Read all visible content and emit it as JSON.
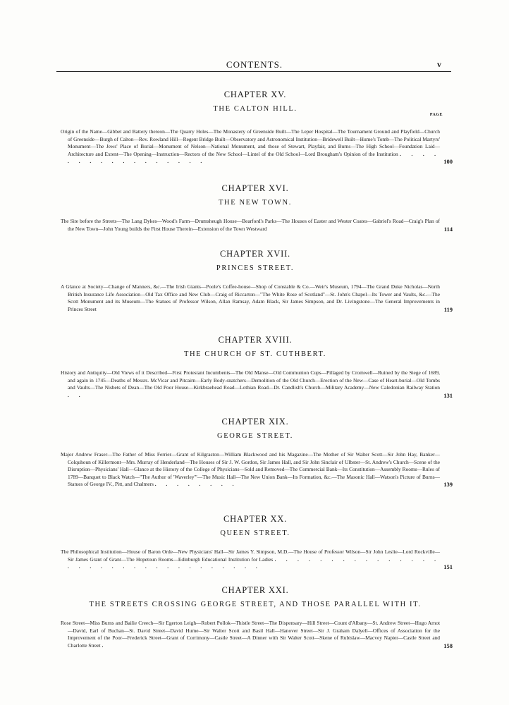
{
  "header": {
    "title": "CONTENTS.",
    "page_numeral": "v"
  },
  "page_label": "PAGE",
  "chapters": [
    {
      "number": "CHAPTER XV.",
      "title": "THE CALTON HILL.",
      "body": "Origin of the Name—Gibbet and Battery thereon—The Quarry Holes—The Monastery of Greenside Built—The Leper Hospital—The Tournament Ground and Playfield—Church of Greenside—Burgh of Calton—Rev. Rowland Hill—Regent Bridge Built—Observatory and Astronomical Institution—Bridewell Built—Hume's Tomb—The Political Martyrs' Monument—The Jews' Place of Burial—Monument of Nelson—National Monument, and those of Stewart, Playfair, and Burns—The High School—Foundation Laid—Architecture and Extent—The Opening—Instruction—Rectors of the New School—Lintel of the Old School—Lord Brougham's Opinion of the Institution",
      "page": "100"
    },
    {
      "number": "CHAPTER XVI.",
      "title": "THE NEW TOWN.",
      "body": "The Site before the Streets—The Lang Dykes—Wood's Farm—Drumsheugh House—Bearford's Parks—The Houses of Easter and Wester Coates—Gabriel's Road—Craig's Plan of the New Town—John Young builds the First House Therein—Extension of the Town Westward",
      "page": "114"
    },
    {
      "number": "CHAPTER XVII.",
      "title": "PRINCES STREET.",
      "body": "A Glance at Society—Change of Manners, &c.—The Irish Giants—Poole's Coffee-house—Shop of Constable & Co.—Weir's Museum, 1794—The Grand Duke Nicholas—North British Insurance Life Association—Old Tax Office and New Club—Craig of Riccarton—\"The White Rose of Scotland\"—St. John's Chapel—Its Tower and Vaults, &c.—The Scott Monument and its Museum—The Statues of Professor Wilson, Allan Ramsay, Adam Black, Sir James Simpson, and Dr. Livingstone—The General Improvements in Princes Street",
      "page": "119"
    },
    {
      "number": "CHAPTER XVIII.",
      "title": "THE CHURCH OF ST. CUTHBERT.",
      "body": "History and Antiquity—Old Views of it Described—First Protestant Incumbents—The Old Manse—Old Communion Cups—Pillaged by Cromwell—Ruined by the Siege of 1689, and again in 1745—Deaths of Messrs. McVicar and Pitcairn—Early Body-snatchers—Demolition of the Old Church—Erection of the New—Case of Heart-burial—Old Tombs and Vaults—The Nisbets of Dean—The Old Poor House—Kirkbraehead Road—Lothian Road—Dr. Candlish's Church—Military Academy—New Caledonian Railway Station",
      "page": "131"
    },
    {
      "number": "CHAPTER XIX.",
      "title": "GEORGE STREET.",
      "body": "Major Andrew Fraser—The Father of Miss Ferrier—Grant of Kilgraston—William Blackwood and his Magazine—The Mother of Sir Walter Scott—Sir John Hay, Banker—Colquhoun of Killermont—Mrs. Murray of Henderland—The Houses of Sir J. W. Gordon, Sir James Hall, and Sir John Sinclair of Ulbster—St. Andrew's Church—Scene of the Disruption—Physicians' Hall—Glance at the History of the College of Physicians—Sold and Removed—The Commercial Bank—Its Constitution—Assembly Rooms—Rules of 1789—Banquet to Black Watch—\"The Author of 'Waverley'\"—The Music Hall—The New Union Bank—Its Formation, &c.—The Masonic Hall—Watson's Picture of Burns—Statues of George IV., Pitt, and Chalmers",
      "page": "139"
    },
    {
      "number": "CHAPTER XX.",
      "title": "QUEEN STREET.",
      "body": "The Philosophical Institution—House of Baron Orde—New Physicians' Hall—Sir James Y. Simpson, M.D.—The House of Professor Wilson—Sir John Leslie—Lord Rockville—Sir James Grant of Grant—The Hopetoun Rooms—Edinburgh Educational Institution for Ladies",
      "page": "151"
    },
    {
      "number": "CHAPTER XXI.",
      "title": "THE STREETS CROSSING GEORGE STREET, AND THOSE PARALLEL WITH IT.",
      "body": "Rose Street—Miss Burns and Bailie Creech—Sir Egerton Leigh—Robert Pollok—Thistle Street—The Dispensary—Hill Street—Count d'Albany—St. Andrew Street—Hugo Arnot—David, Earl of Buchan—St. David Street—David Hume—Sir Walter Scott and Basil Hall—Hanover Street—Sir J. Graham Dalyell—Offices of Association for the Improvement of the Poor—Frederick Street—Grant of Corrimony—Castle Street—A Dinner with Sir Walter Scott—Skene of Rubislaw—Macvey Napier—Castle Street and Charlotte Street",
      "page": "158"
    }
  ]
}
